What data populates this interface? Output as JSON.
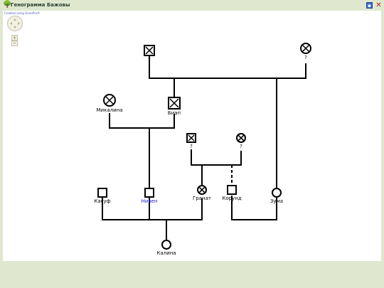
{
  "window": {
    "title": "Генограмма  Бажовы",
    "icon": "tree-icon",
    "save_icon": "save-icon",
    "close_icon": "close-icon"
  },
  "credit": "Created using GenoPro®",
  "zoom": {
    "in": "+",
    "out": "−"
  },
  "colors": {
    "line": "#000000",
    "selected_label": "#1a1acc",
    "background": "#ffffff",
    "frame": "#dfe8cf"
  },
  "people": [
    {
      "id": "p1",
      "label": "?",
      "sex": "male",
      "deceased": true
    },
    {
      "id": "p2",
      "label": "?",
      "sex": "female",
      "deceased": true
    },
    {
      "id": "mikalina",
      "label": "Микалина",
      "sex": "female",
      "deceased": true
    },
    {
      "id": "biap",
      "label": "Биап",
      "sex": "male",
      "deceased": true
    },
    {
      "id": "p3",
      "label": "?",
      "sex": "male",
      "deceased": true
    },
    {
      "id": "p4",
      "label": "?",
      "sex": "female",
      "deceased": true
    },
    {
      "id": "kasuf",
      "label": "Касуф",
      "sex": "male",
      "deceased": false
    },
    {
      "id": "niven",
      "label": "Нивен",
      "sex": "male",
      "deceased": false,
      "highlight": true
    },
    {
      "id": "granat",
      "label": "Гранат",
      "sex": "female",
      "deceased": true
    },
    {
      "id": "korund",
      "label": "Корунд",
      "sex": "male",
      "deceased": false
    },
    {
      "id": "zuma",
      "label": "Зума",
      "sex": "female",
      "deceased": false
    },
    {
      "id": "kalina",
      "label": "Калина",
      "sex": "female",
      "deceased": false
    }
  ]
}
